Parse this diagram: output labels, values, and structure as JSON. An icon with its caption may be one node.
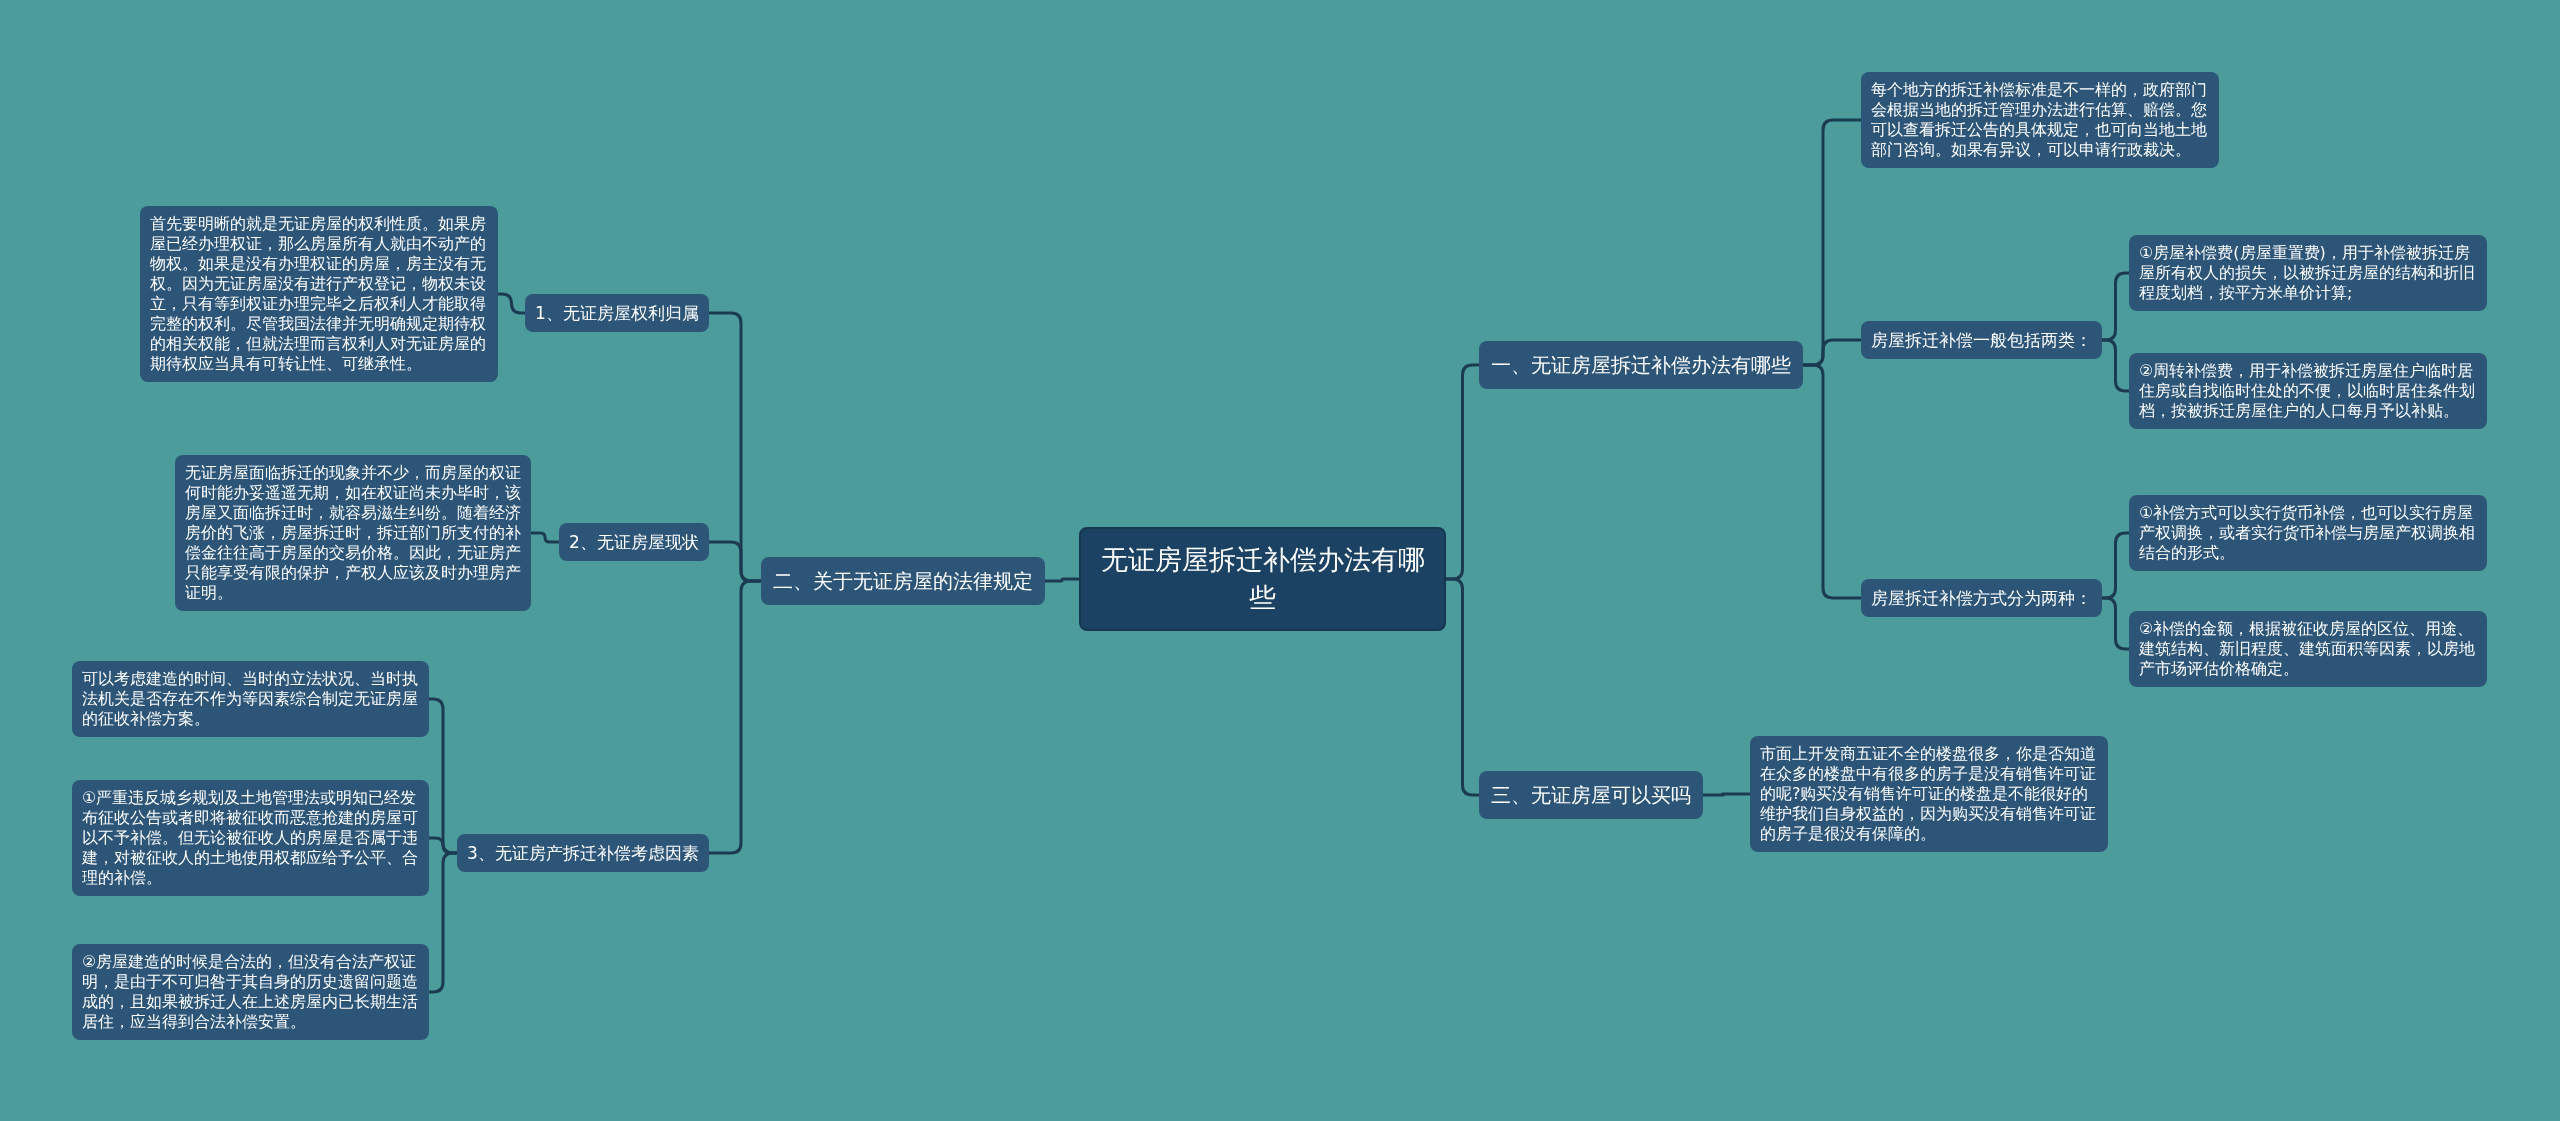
{
  "diagram": {
    "nodes": [
      {
        "text": [
          "无证房屋拆迁补偿办法有哪些"
        ]
      },
      {
        "text": [
          "一、无证房屋拆迁补偿办法有哪些"
        ]
      },
      {
        "text": [
          "每个地方的拆迁补偿标准是不一样的，政府部门会根据当地的拆迁管理办法进行估算、赔偿。您可以查看拆迁公告的具体规定，也可向当地土地部门咨询。如果有异议，可以申请行政裁决。"
        ]
      },
      {
        "text": [
          "房屋拆迁补偿一般包括两类："
        ]
      },
      {
        "text": [
          "①房屋补偿费(房屋重置费)，用于补偿被拆迁房屋所有权人的损失，以被拆迁房屋的结构和折旧程度划档，按平方米单价计算;"
        ]
      },
      {
        "text": [
          "②周转补偿费，用于补偿被拆迁房屋住户临时居住房或自找临时住处的不便，以临时居住条件划档，按被拆迁房屋住户的人口每月予以补贴。"
        ]
      },
      {
        "text": [
          "房屋拆迁补偿方式分为两种："
        ]
      },
      {
        "text": [
          "①补偿方式可以实行货币补偿，也可以实行房屋产权调换，或者实行货币补偿与房屋产权调换相结合的形式。"
        ]
      },
      {
        "text": [
          "②补偿的金额，根据被征收房屋的区位、用途、建筑结构、新旧程度、建筑面积等因素，以房地产市场评估价格确定。"
        ]
      },
      {
        "text": [
          "三、无证房屋可以买吗"
        ]
      },
      {
        "text": [
          "市面上开发商五证不全的楼盘很多，你是否知道在众多的楼盘中有很多的房子是没有销售许可证的呢?购买没有销售许可证的楼盘是不能很好的维护我们自身权益的，因为购买没有销售许可证的房子是很没有保障的。"
        ]
      },
      {
        "text": [
          "二、关于无证房屋的法律规定"
        ]
      },
      {
        "text": [
          "1、无证房屋权利归属"
        ]
      },
      {
        "text": [
          "首先要明晰的就是无证房屋的权利性质。如果房屋已经办理权证，那么房屋所有人就由不动产的物权。如果是没有办理权证的房屋，房主没有无权。因为无证房屋没有进行产权登记，物权未设立，只有等到权证办理完毕之后权利人才能取得完整的权利。尽管我国法律并无明确规定期待权的相关权能，但就法理而言权利人对无证房屋的期待权应当具有可转让性、可继承性。"
        ]
      },
      {
        "text": [
          "2、无证房屋现状"
        ]
      },
      {
        "text": [
          "无证房屋面临拆迁的现象并不少，而房屋的权证何时能办妥遥遥无期，如在权证尚未办毕时，该房屋又面临拆迁时，就容易滋生纠纷。随着经济房价的飞涨，房屋拆迁时，拆迁部门所支付的补偿金往往高于房屋的交易价格。因此，无证房产只能享受有限的保护，产权人应该及时办理房产证明。"
        ]
      },
      {
        "text": [
          "3、无证房产拆迁补偿考虑因素"
        ]
      },
      {
        "text": [
          "可以考虑建造的时间、当时的立法状况、当时执法机关是否存在不作为等因素综合制定无证房屋的征收补偿方案。"
        ]
      },
      {
        "text": [
          "①严重违反城乡规划及土地管理法或明知已经发布征收公告或者即将被征收而恶意抢建的房屋可以不予补偿。但无论被征收人的房屋是否属于违建，对被征收人的土地使用权都应给予公平、合理的补偿。"
        ]
      },
      {
        "text": [
          "②房屋建造的时候是合法的，但没有合法产权证明，是由于不可归咎于其自身的历史遗留问题造成的，且如果被拆迁人在上述房屋内已长期生活居住，应当得到合法补偿安置。"
        ]
      }
    ],
    "edges": [
      {
        "from": 0,
        "to": 1,
        "arrow": "none"
      },
      {
        "from": 1,
        "to": 2,
        "arrow": "none"
      },
      {
        "from": 1,
        "to": 3,
        "arrow": "none"
      },
      {
        "from": 3,
        "to": 4,
        "arrow": "none"
      },
      {
        "from": 3,
        "to": 5,
        "arrow": "none"
      },
      {
        "from": 1,
        "to": 6,
        "arrow": "none"
      },
      {
        "from": 6,
        "to": 7,
        "arrow": "none"
      },
      {
        "from": 6,
        "to": 8,
        "arrow": "none"
      },
      {
        "from": 0,
        "to": 9,
        "arrow": "none"
      },
      {
        "from": 9,
        "to": 10,
        "arrow": "none"
      },
      {
        "from": 0,
        "to": 11,
        "arrow": "none"
      },
      {
        "from": 11,
        "to": 12,
        "arrow": "none"
      },
      {
        "from": 12,
        "to": 13,
        "arrow": "none"
      },
      {
        "from": 11,
        "to": 14,
        "arrow": "none"
      },
      {
        "from": 14,
        "to": 15,
        "arrow": "none"
      },
      {
        "from": 11,
        "to": 16,
        "arrow": "none"
      },
      {
        "from": 16,
        "to": 17,
        "arrow": "none"
      },
      {
        "from": 16,
        "to": 18,
        "arrow": "none"
      },
      {
        "from": 16,
        "to": 19,
        "arrow": "none"
      }
    ]
  }
}
